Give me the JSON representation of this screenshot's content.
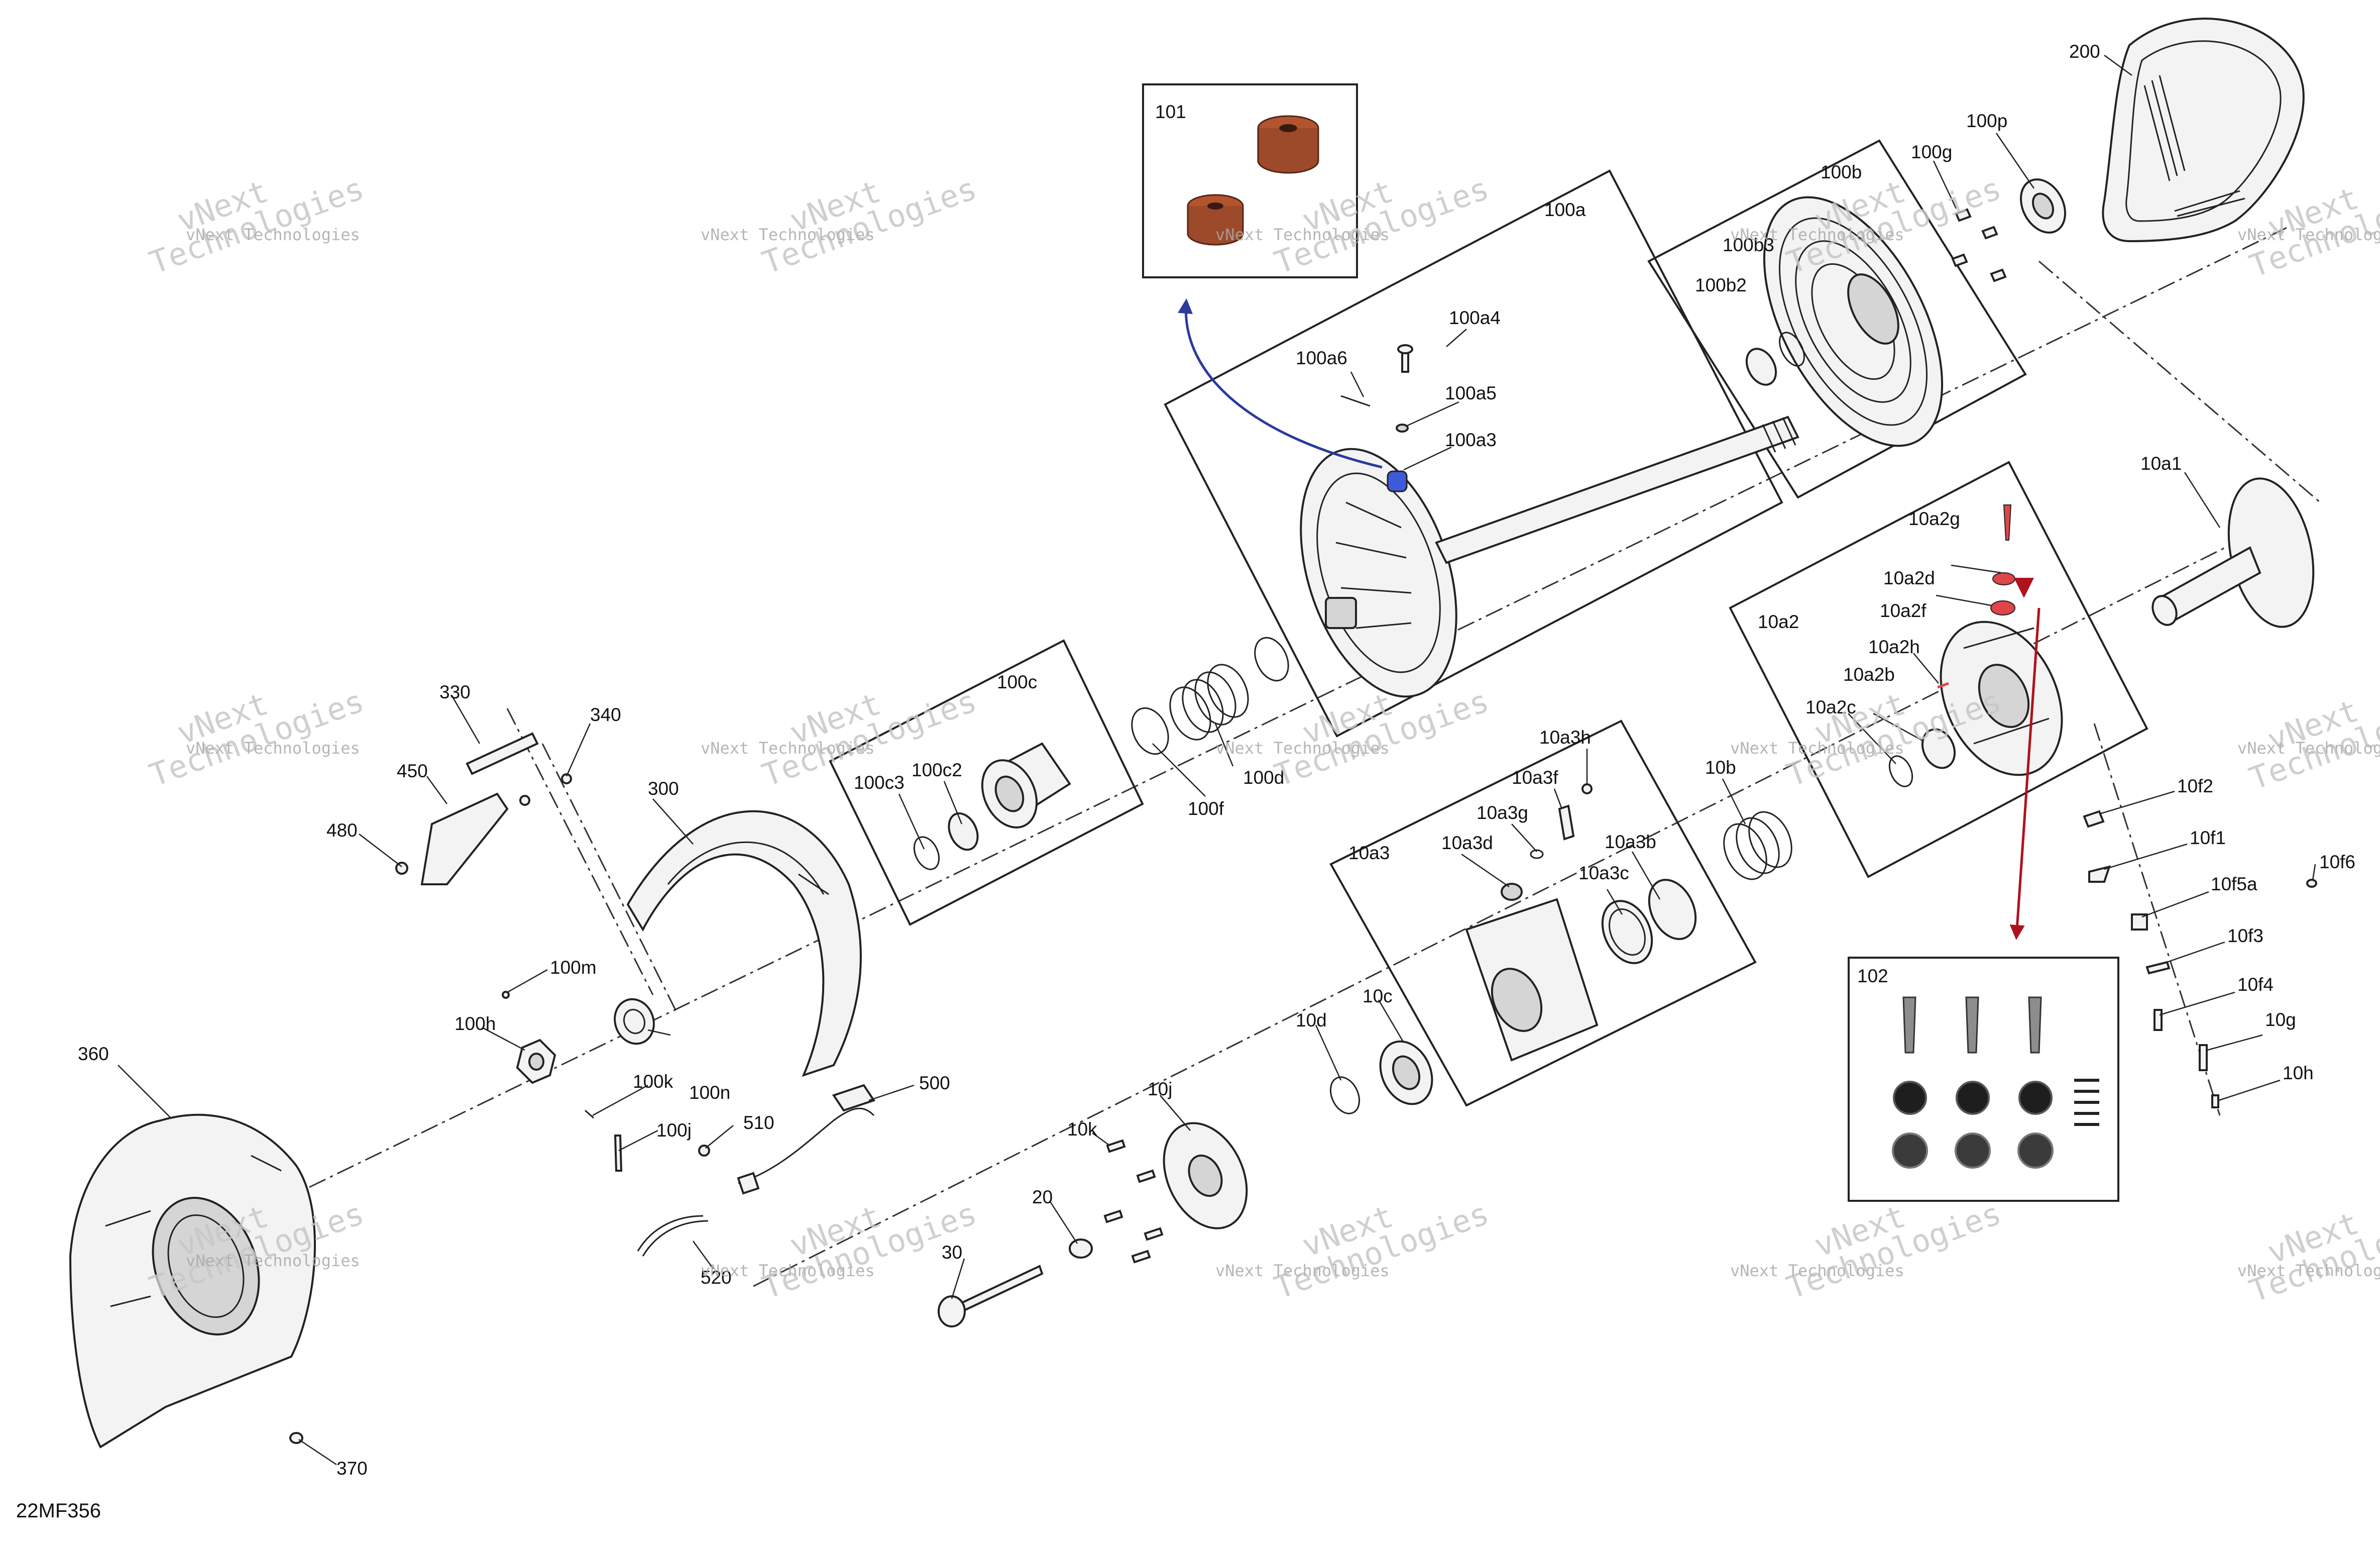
{
  "diagram": {
    "code": "22MF356",
    "watermark": {
      "brand": "vNext",
      "company": "Technologies",
      "full": "vNext Technologies"
    },
    "callouts": {
      "c200": "200",
      "c100p": "100p",
      "c100g": "100g",
      "c100b": "100b",
      "c100b3": "100b3",
      "c100b2": "100b2",
      "c100a": "100a",
      "c100a4": "100a4",
      "c100a6": "100a6",
      "c100a5": "100a5",
      "c100a3": "100a3",
      "c10a1": "10a1",
      "c10a2g": "10a2g",
      "c10a2d": "10a2d",
      "c10a2f": "10a2f",
      "c10a2": "10a2",
      "c10a2h": "10a2h",
      "c10a2b": "10a2b",
      "c10a2c": "10a2c",
      "c100c": "100c",
      "c100c3": "100c3",
      "c100c2": "100c2",
      "c100d": "100d",
      "c100f": "100f",
      "c10a3h": "10a3h",
      "c10a3f": "10a3f",
      "c10a3g": "10a3g",
      "c10a3d": "10a3d",
      "c10a3b": "10a3b",
      "c10a3c": "10a3c",
      "c10a3": "10a3",
      "c10b": "10b",
      "c10f2": "10f2",
      "c10f1": "10f1",
      "c10f5a": "10f5a",
      "c10f6": "10f6",
      "c10f3": "10f3",
      "c10f4": "10f4",
      "c10g": "10g",
      "c10h": "10h",
      "c330": "330",
      "c340": "340",
      "c450": "450",
      "c480": "480",
      "c300": "300",
      "c100m": "100m",
      "c100h": "100h",
      "c100k": "100k",
      "c100n": "100n",
      "c100j": "100j",
      "c510": "510",
      "c500": "500",
      "c520": "520",
      "c360": "360",
      "c370": "370",
      "c10d": "10d",
      "c10c": "10c",
      "c10j": "10j",
      "c10k": "10k",
      "c20": "20",
      "c30": "30",
      "c101": "101",
      "c102": "102"
    },
    "colors": {
      "line": "#222222",
      "callout_arrow_blue": "#2b3a9b",
      "callout_arrow_red": "#b0121b",
      "highlight_blue": "#3d5bd9",
      "highlight_red": "#e0454a",
      "bushing": "#9c4a2a",
      "watermark": "#c7c7c7"
    }
  }
}
